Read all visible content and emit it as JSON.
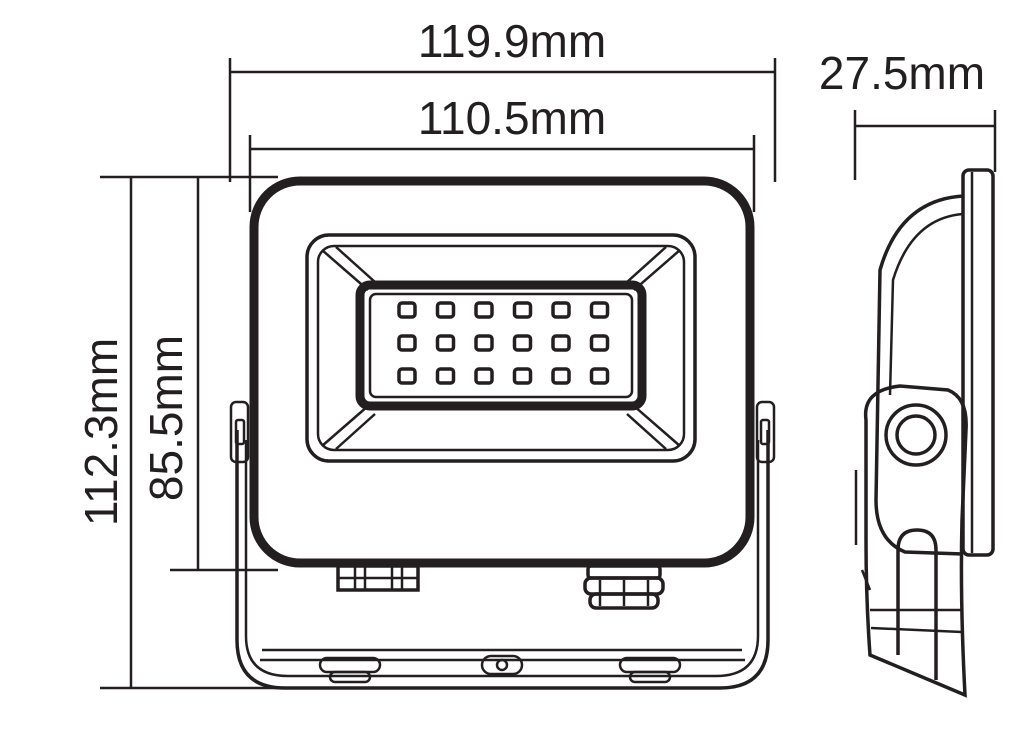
{
  "dimensions": {
    "overall_width": "119.9mm",
    "body_width": "110.5mm",
    "depth": "27.5mm",
    "overall_height": "112.3mm",
    "body_height": "85.5mm"
  },
  "led_grid": {
    "rows": 3,
    "columns": 6
  },
  "colors": {
    "line": "#231f20",
    "background": "#ffffff"
  }
}
